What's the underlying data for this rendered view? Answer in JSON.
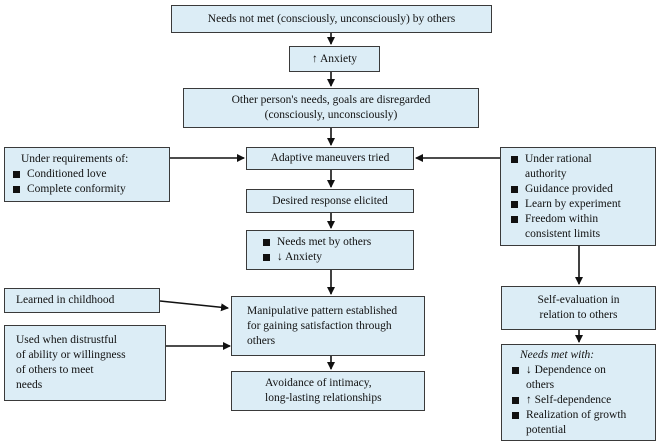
{
  "boxes": {
    "needs_not_met": "Needs not met (consciously, unconsciously) by others",
    "anxiety_up": "↑ Anxiety",
    "disregarded_line1": "Other person's needs, goals are disregarded",
    "disregarded_line2": "(consciously, unconsciously)",
    "adaptive": "Adaptive maneuvers tried",
    "desired": "Desired response elicited",
    "needs_met_items": [
      "Needs met by others",
      "↓ Anxiety"
    ],
    "manipulative_lines": [
      "Manipulative pattern established",
      "for gaining satisfaction through",
      "others"
    ],
    "avoidance_lines": [
      "Avoidance of intimacy,",
      "long-lasting relationships"
    ],
    "requirements_title": "Under requirements of:",
    "requirements_items": [
      "Conditioned love",
      "Complete conformity"
    ],
    "learned": "Learned in childhood",
    "distrust_lines": [
      "Used when distrustful",
      "of ability or willingness",
      "of others to meet",
      "needs"
    ],
    "rational_items": [
      [
        "Under rational",
        "authority"
      ],
      [
        "Guidance provided"
      ],
      [
        "Learn by experiment"
      ],
      [
        "Freedom within",
        "consistent limits"
      ]
    ],
    "self_eval_lines": [
      "Self-evaluation in",
      "relation to others"
    ],
    "needs_met_with_title": "Needs met with:",
    "needs_met_with_items": [
      [
        "↓ Dependence on",
        "others"
      ],
      [
        "↑ Self-dependence"
      ],
      [
        "Realization of growth",
        "potential"
      ]
    ]
  }
}
